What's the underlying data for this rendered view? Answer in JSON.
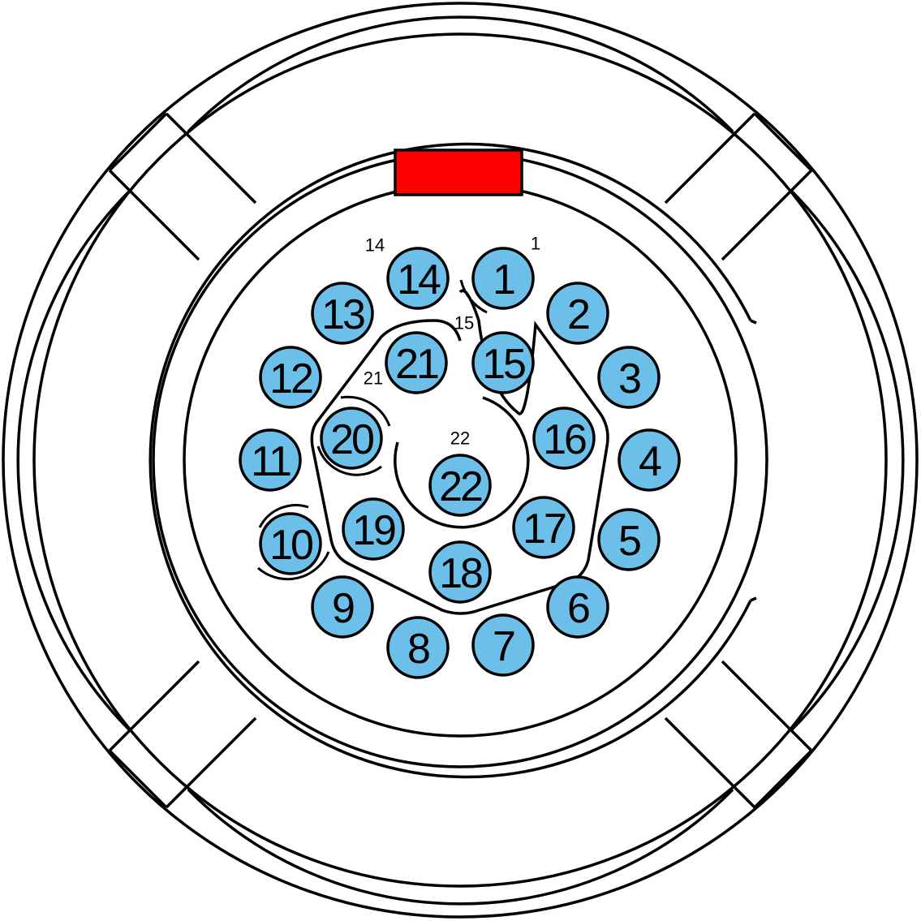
{
  "colors": {
    "pin_fill": "#6cbfe8",
    "key_fill": "#ff0000",
    "line": "#000000",
    "background": "#ffffff"
  },
  "pins": [
    {
      "id": "1",
      "label": "1"
    },
    {
      "id": "2",
      "label": "2"
    },
    {
      "id": "3",
      "label": "3"
    },
    {
      "id": "4",
      "label": "4"
    },
    {
      "id": "5",
      "label": "5"
    },
    {
      "id": "6",
      "label": "6"
    },
    {
      "id": "7",
      "label": "7"
    },
    {
      "id": "8",
      "label": "8"
    },
    {
      "id": "9",
      "label": "9"
    },
    {
      "id": "10",
      "label": "10"
    },
    {
      "id": "11",
      "label": "11"
    },
    {
      "id": "12",
      "label": "12"
    },
    {
      "id": "13",
      "label": "13"
    },
    {
      "id": "14",
      "label": "14"
    },
    {
      "id": "15",
      "label": "15"
    },
    {
      "id": "16",
      "label": "16"
    },
    {
      "id": "17",
      "label": "17"
    },
    {
      "id": "18",
      "label": "18"
    },
    {
      "id": "19",
      "label": "19"
    },
    {
      "id": "20",
      "label": "20"
    },
    {
      "id": "21",
      "label": "21"
    },
    {
      "id": "22",
      "label": "22"
    }
  ],
  "markers": [
    {
      "id": "14",
      "label": "14"
    },
    {
      "id": "1",
      "label": "1"
    },
    {
      "id": "15",
      "label": "15"
    },
    {
      "id": "21",
      "label": "21"
    },
    {
      "id": "22",
      "label": "22"
    }
  ]
}
